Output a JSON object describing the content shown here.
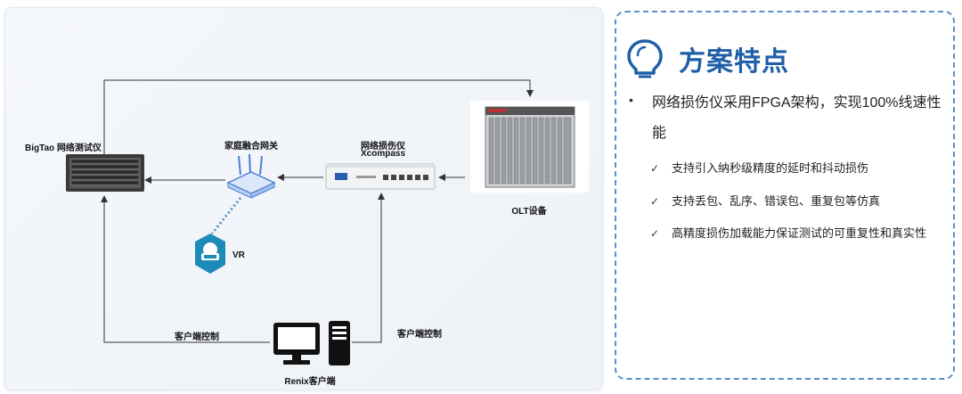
{
  "diagram": {
    "labels": {
      "bigtao": "BigTao 网络测试仪",
      "gateway": "家庭融合网关",
      "impairment_line1": "网络损伤仪",
      "impairment_line2": "Xcompass",
      "olt": "OLT设备",
      "vr": "VR",
      "client_control_left": "客户端控制",
      "client_control_right": "客户端控制",
      "renix": "Renix客户端"
    },
    "colors": {
      "line": "#333333",
      "gateway": "#4a7fd4",
      "dotted": "#5b8fd0",
      "vr": "#1d8bb8"
    }
  },
  "features": {
    "title": "方案特点",
    "main_bullet": "•",
    "main_point": "网络损伤仪采用FPGA架构，实现100%线速性能",
    "check_mark": "✓",
    "sub_points": [
      "支持引入纳秒级精度的延时和抖动损伤",
      "支持丢包、乱序、错误包、重复包等仿真",
      "高精度损伤加载能力保证测试的可重复性和真实性"
    ],
    "colors": {
      "title": "#1f5fa8",
      "border": "#5a8fc9"
    },
    "icon": "lightbulb-icon"
  }
}
